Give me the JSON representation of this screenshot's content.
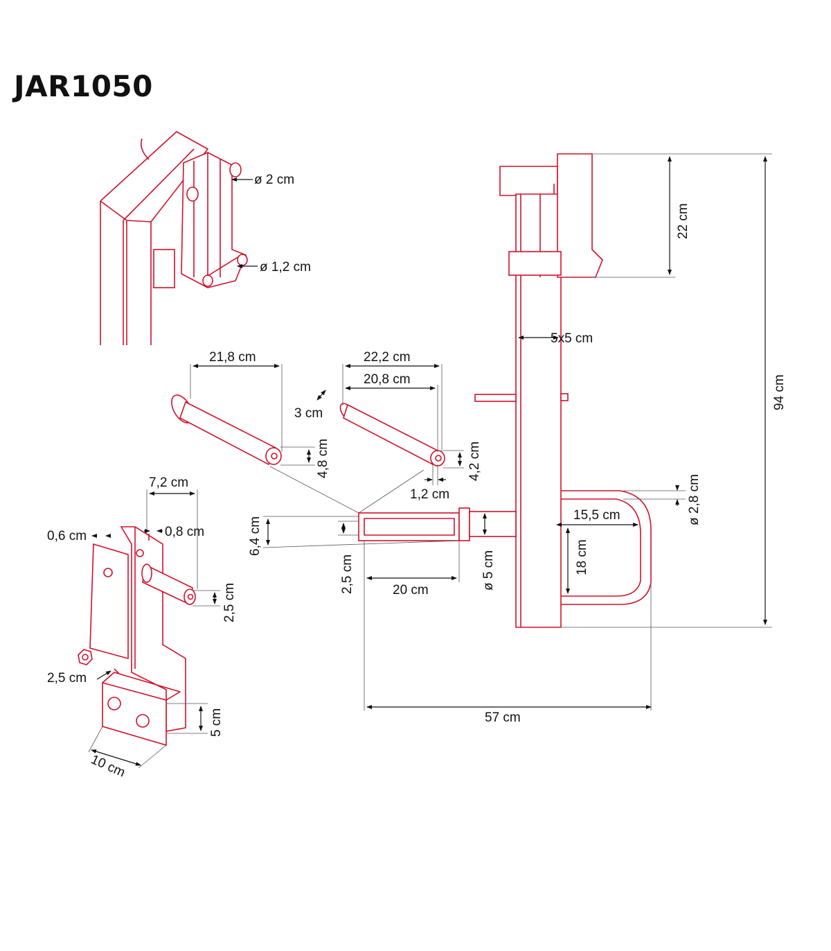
{
  "title": "JAR1050",
  "colors": {
    "part_stroke": "#d0102a",
    "dimension": "#111111"
  },
  "dimensions": {
    "top_pin_diameter": "ø 2 cm",
    "small_pin_diameter": "ø 1,2 cm",
    "plate_height": "22 cm",
    "total_height": "94 cm",
    "post_section": "5x5 cm",
    "pin1_length": "21,8 cm",
    "pin2_length_total": "22,2 cm",
    "pin2_length": "20,8 cm",
    "pin2_head": "3 cm",
    "pin1_diameter": "4,8 cm",
    "pin2_diameter": "4,2 cm",
    "pin2_hole": "1,2 cm",
    "bracket_pin_length": "7,2 cm",
    "bracket_plate_thickness": "0,6 cm",
    "bracket_gap": "0,8 cm",
    "bracket_pin_diameter": "2,5 cm",
    "sleeve_outer": "6,4 cm",
    "sleeve_inner": "2,5 cm",
    "sleeve_length": "20 cm",
    "tube_diameter": "ø 5 cm",
    "ubolt_width": "15,5 cm",
    "ubolt_height": "18 cm",
    "ubolt_diameter": "ø 2,8 cm",
    "bolt_offset": "2,5 cm",
    "block_height": "5 cm",
    "block_length": "10 cm",
    "total_depth": "57 cm"
  }
}
